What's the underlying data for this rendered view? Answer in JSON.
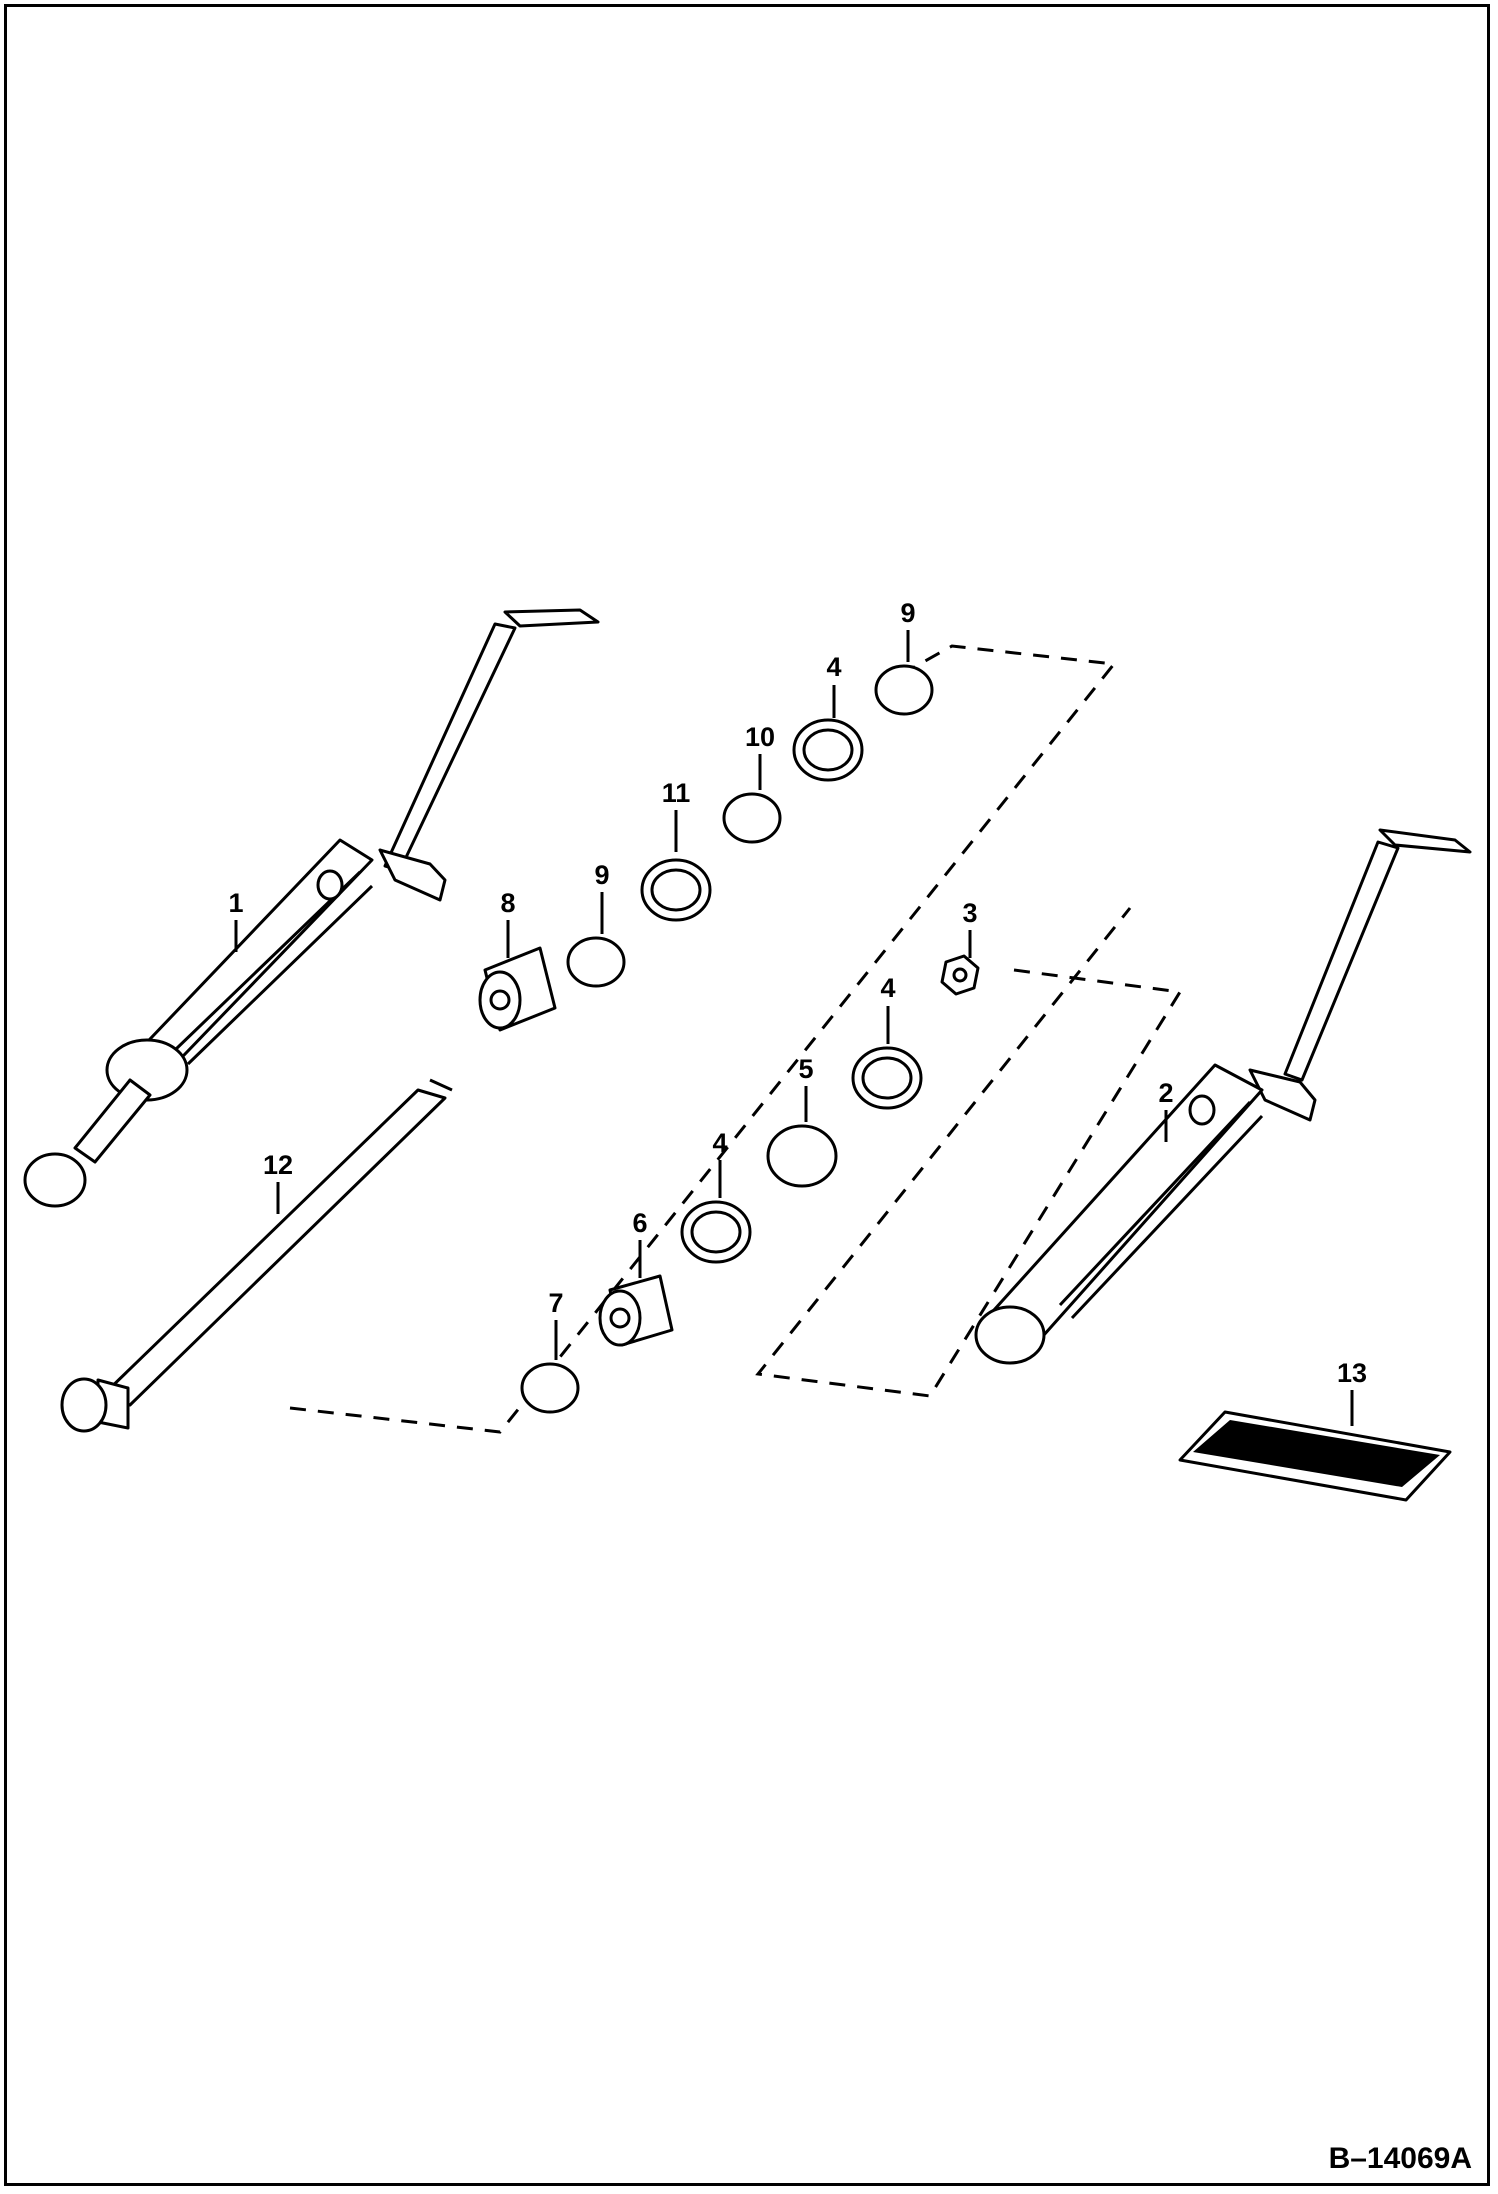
{
  "callouts": [
    {
      "label": "1"
    },
    {
      "label": "2"
    },
    {
      "label": "3"
    },
    {
      "label": "4"
    },
    {
      "label": "4"
    },
    {
      "label": "4"
    },
    {
      "label": "5"
    },
    {
      "label": "6"
    },
    {
      "label": "7"
    },
    {
      "label": "8"
    },
    {
      "label": "9"
    },
    {
      "label": "9"
    },
    {
      "label": "10"
    },
    {
      "label": "11"
    },
    {
      "label": "12"
    },
    {
      "label": "13"
    }
  ],
  "figure_id": "B–14069A"
}
